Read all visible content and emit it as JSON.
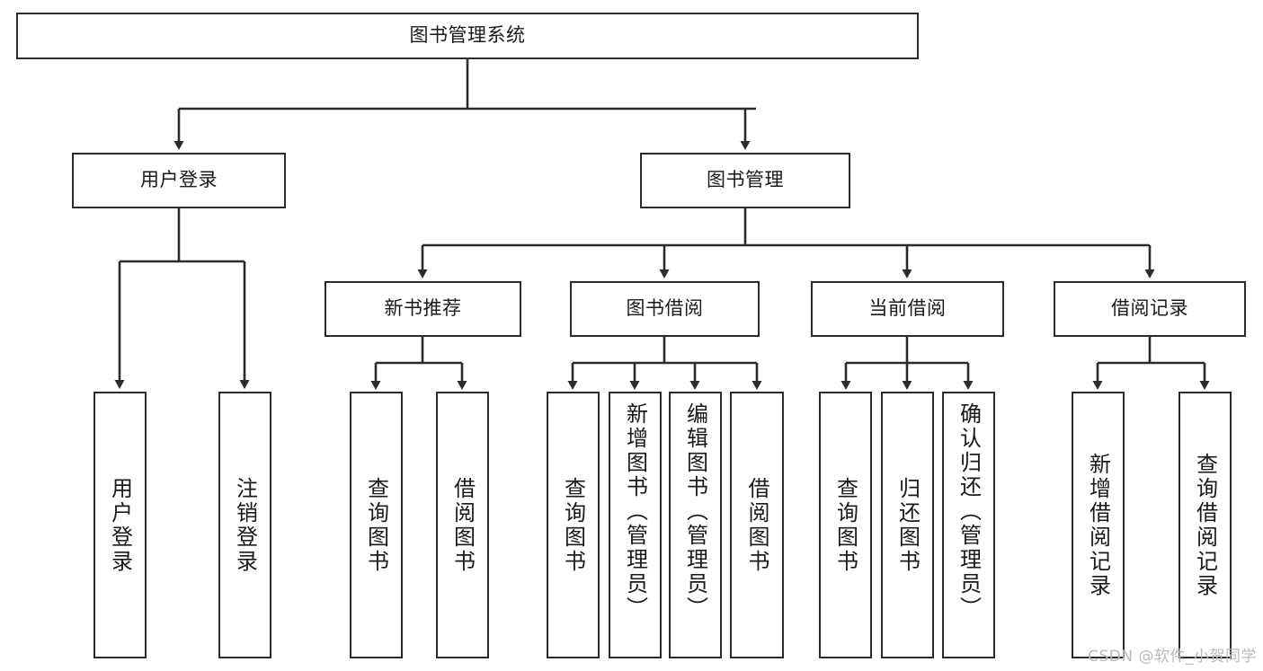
{
  "diagram": {
    "type": "hierarchy-tree",
    "title": "图书管理系统",
    "watermark": "CSDN @软件_小贺同学",
    "colors": {
      "box_border": "#2b2b2b",
      "box_fill": "#ffffff",
      "connector": "#2b2b2b",
      "text": "#1a1a1a",
      "watermark": "#b9b9b9"
    },
    "nodes": {
      "root": "图书管理系统",
      "level2": [
        "用户登录",
        "图书管理"
      ],
      "level3": [
        "新书推荐",
        "图书借阅",
        "当前借阅",
        "借阅记录"
      ],
      "leaves_user_login": [
        "用户登录",
        "注销登录"
      ],
      "leaves_new_book": [
        "查询图书",
        "借阅图书"
      ],
      "leaves_borrow": [
        "查询图书",
        "新增图书（管理员）",
        "编辑图书（管理员）",
        "借阅图书"
      ],
      "leaves_current": [
        "查询图书",
        "归还图书",
        "确认归还（管理员）"
      ],
      "leaves_record": [
        "新增借阅记录",
        "查询借阅记录"
      ]
    }
  }
}
